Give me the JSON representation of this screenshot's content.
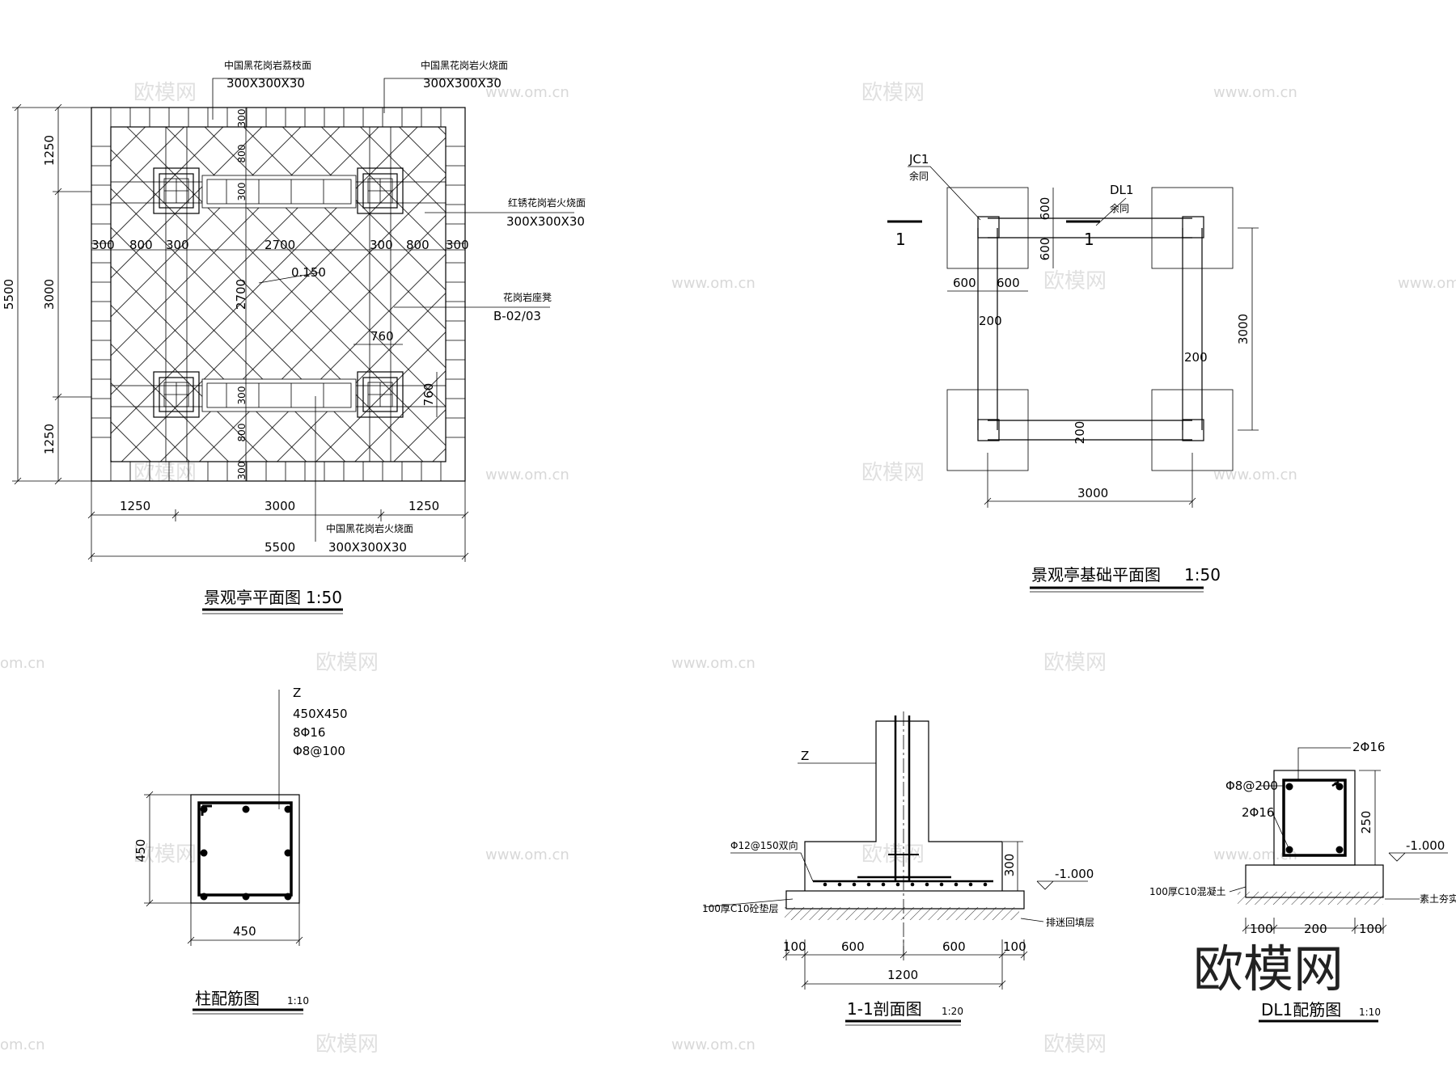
{
  "plan": {
    "mat_top_left": "中国黑花岗岩荔枝面",
    "mat_top_left_size": "300X300X30",
    "mat_top_right": "中国黑花岗岩火烧面",
    "mat_top_right_size": "300X300X30",
    "mat_red": "红锈花岗岩火烧面",
    "mat_red_size": "300X300X30",
    "bench": "花岗岩座凳",
    "bench_ref": "B-02/03",
    "mat_bottom": "中国黑花岗岩火烧面",
    "mat_bottom_size": "300X300X30",
    "elevation": "0.150",
    "dims_left": [
      "1250",
      "3000",
      "1250"
    ],
    "dim_left_total": "5500",
    "dims_mid_row": [
      "300",
      "800",
      "300",
      "2700",
      "300",
      "800",
      "300"
    ],
    "dims_bottom": [
      "1250",
      "3000",
      "1250"
    ],
    "dim_bottom_total": "5500",
    "dims_inner_v": [
      "300",
      "800",
      "300",
      "2700",
      "300",
      "800",
      "300"
    ],
    "dim_760": "760",
    "title": "景观亭平面图",
    "scale": "1:50"
  },
  "foundation": {
    "jc1": "JC1",
    "jc1_note": "余同",
    "dl1": "DL1",
    "dl1_note": "余同",
    "section_mark": "1",
    "dims_600": [
      "600",
      "600"
    ],
    "dims_600h": [
      "600",
      "600"
    ],
    "dim_200": "200",
    "dim_3000_v": "3000",
    "dim_3000_h": "3000",
    "title": "景观亭基础平面图",
    "scale": "1:50"
  },
  "column": {
    "label": "Z",
    "size": "450X450",
    "rebar_main": "8Φ16",
    "rebar_tie": "Φ8@100",
    "dim_v": "450",
    "dim_h": "450",
    "title": "柱配筋图",
    "scale": "1:10"
  },
  "section": {
    "label": "Z",
    "rebar": "Φ12@150双向",
    "base": "100厚C10砼垫层",
    "backfill": "排迷回填层",
    "level": "-1.000",
    "dim_300": "300",
    "dims": [
      "100",
      "600",
      "600",
      "100"
    ],
    "dim_total": "1200",
    "title": "1-1剖面图",
    "scale": "1:20"
  },
  "dl1": {
    "top_rebar": "2Φ16",
    "tie": "Φ8@200",
    "bot_rebar": "2Φ16",
    "height": "250",
    "level": "-1.000",
    "base": "100厚C10混凝土",
    "soil": "素土夯实",
    "dims": [
      "100",
      "200",
      "100"
    ],
    "title": "DL1配筋图",
    "scale": "1:10"
  },
  "watermark": {
    "brand": "欧模网",
    "url": "www.om.cn",
    "url_partial": "om.cn"
  }
}
